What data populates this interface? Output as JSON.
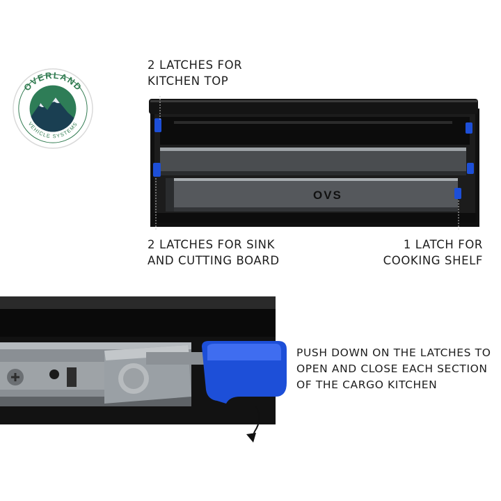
{
  "logo": {
    "top_text": "OVERLAND",
    "bottom_text": "VEHICLE SYSTEMS",
    "colors": {
      "ring": "#2f7a4f",
      "sky": "#2e7d57",
      "mountains": "#1a3f52",
      "snow": "#e7edf2"
    }
  },
  "callouts": {
    "kitchen_top": [
      "2 LATCHES FOR",
      "KITCHEN TOP"
    ],
    "sink_board": [
      "2 LATCHES FOR SINK",
      "AND CUTTING BOARD"
    ],
    "cooking_shelf": [
      "1 LATCH FOR",
      "COOKING SHELF"
    ],
    "instruction": [
      "PUSH DOWN ON THE LATCHES TO",
      "OPEN AND CLOSE EACH SECTION",
      "OF THE CARGO KITCHEN"
    ]
  },
  "product": {
    "brand_mark": "OVS"
  },
  "colors": {
    "latch_blue": "#1d4fd8",
    "frame_black": "#151515",
    "steel": "#8a8f94",
    "text": "#1d1d1d"
  }
}
